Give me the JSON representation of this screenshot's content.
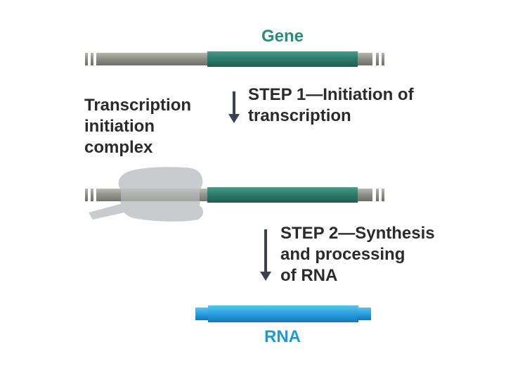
{
  "gene_label": "Gene",
  "rna_label": "RNA",
  "complex_label": [
    "Transcription",
    "initiation",
    "complex"
  ],
  "step1_lines": [
    "STEP 1—Initiation of",
    "transcription"
  ],
  "step2_lines": [
    "STEP 2—Synthesis",
    "and processing",
    "of RNA"
  ],
  "colors": {
    "dna_gray": "#8e8f86",
    "gene_teal": "#2b7d6e",
    "rna_blue": "#29a3e2",
    "complex_gray": "#c9cbce",
    "arrow": "#3a4150",
    "gene_text": "#2a8c7a",
    "rna_text": "#1e9ad6"
  }
}
